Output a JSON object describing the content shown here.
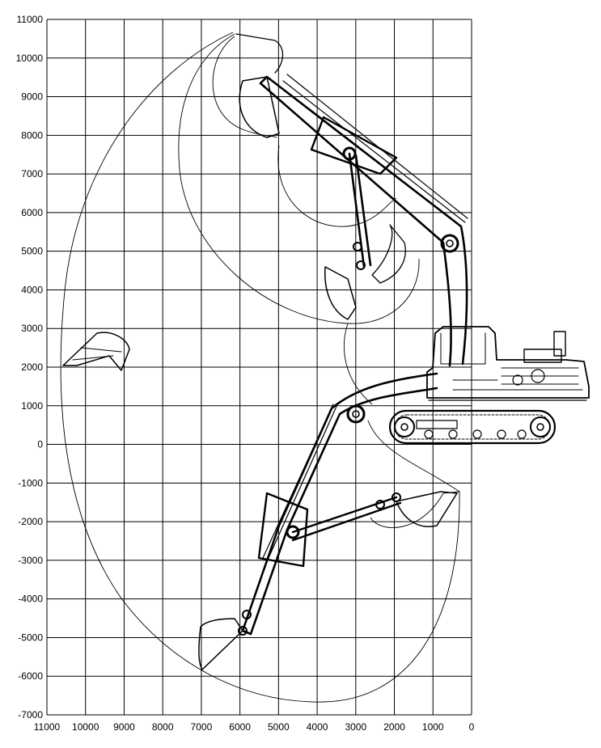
{
  "diagram": {
    "type": "excavator working range diagram",
    "x_axis": {
      "ticks": [
        "11000",
        "10000",
        "9000",
        "8000",
        "7000",
        "6000",
        "5000",
        "4000",
        "3000",
        "2000",
        "1000",
        "0"
      ],
      "range": [
        11000,
        0
      ]
    },
    "y_axis": {
      "ticks": [
        "11000",
        "10000",
        "9000",
        "8000",
        "7000",
        "6000",
        "5000",
        "4000",
        "3000",
        "2000",
        "1000",
        "0",
        "-1000",
        "-2000",
        "-3000",
        "-4000",
        "-5000",
        "-6000",
        "-7000"
      ],
      "range": [
        -7000,
        11000
      ]
    },
    "grid": true,
    "colors": {
      "line": "#000000",
      "background": "#ffffff"
    }
  }
}
